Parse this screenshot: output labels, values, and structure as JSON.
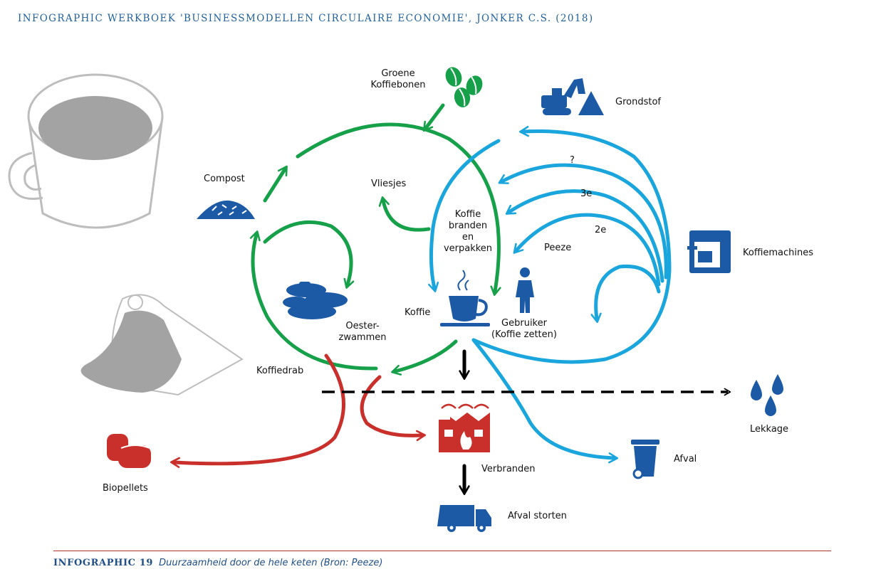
{
  "header": {
    "title": "INFOGRAPHIC WERKBOEK 'BUSINESSMODELLEN CIRCULAIRE ECONOMIE', JONKER C.S. (2018)"
  },
  "labels": {
    "groene_koffiebonen": [
      "Groene",
      "Koffiebonen"
    ],
    "grondstof": "Grondstof",
    "compost": "Compost",
    "vliesjes": "Vliesjes",
    "koffie_branden": [
      "Koffie",
      "branden",
      "en",
      "verpakken"
    ],
    "question": "?",
    "derde": "3e",
    "tweede": "2e",
    "peeze": "Peeze",
    "koffiemachines": "Koffiemachines",
    "koffie": "Koffie",
    "gebruiker": [
      "Gebruiker",
      "(Koffie zetten)"
    ],
    "oesterzwammen": [
      "Oester-",
      "zwammen"
    ],
    "koffiedrab": "Koffiedrab",
    "lekkage": "Lekkage",
    "afval": "Afval",
    "verbranden": "Verbranden",
    "biopellets": "Biopellets",
    "afval_storten": "Afval storten"
  },
  "caption": {
    "number": "INFOGRAPHIC 19",
    "title": "Duurzaamheid door de hele keten (Bron: Peeze)"
  },
  "colors": {
    "green": "#16a04a",
    "blue": "#1aa6dc",
    "red": "#c9302b",
    "navy": "#1c5aa6",
    "grey": "#bdbdbd",
    "accent_text": "#1f5f9c"
  }
}
